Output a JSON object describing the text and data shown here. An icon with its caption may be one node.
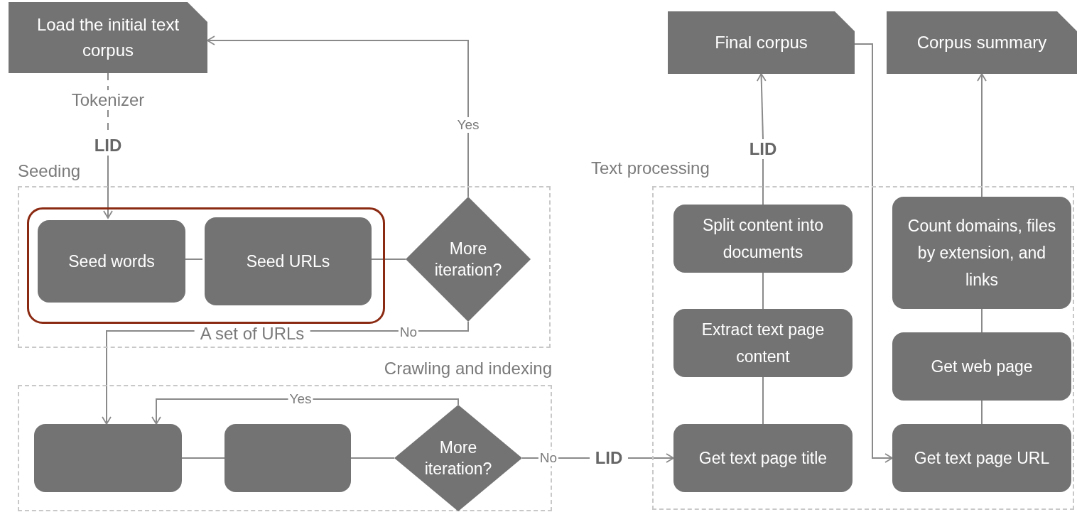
{
  "diagram": {
    "nodes": [
      {
        "text": [
          "Seeding"
        ]
      },
      {
        "text": [],
        "shape": "box",
        "in": 0
      },
      {
        "text": [
          "Seed words"
        ],
        "in": 1
      },
      {
        "text": [
          "Seed URLs"
        ],
        "in": 1
      },
      {
        "text": [
          "More iteration?"
        ],
        "in": 0
      },
      {
        "text": [
          "Load the initial text corpus"
        ]
      },
      {
        "text": [
          "Tokenizer"
        ]
      },
      {
        "text": [
          "LID"
        ]
      },
      {
        "text": [
          "Crawling and indexing"
        ]
      },
      {
        "text": [],
        "shape": "box",
        "in": 8
      },
      {
        "text": [],
        "shape": "box",
        "in": 8
      },
      {
        "text": [
          "More iteration?"
        ],
        "in": 8
      },
      {
        "text": [
          "LID"
        ]
      },
      {
        "text": [
          "Text processing"
        ]
      },
      {
        "text": [
          "Split content into documents"
        ],
        "in": 13
      },
      {
        "text": [
          "Extract text page content"
        ],
        "in": 13
      },
      {
        "text": [
          "Get text page title"
        ],
        "in": 13
      },
      {
        "text": [
          "Count domains, files by extension, and links"
        ],
        "in": 13
      },
      {
        "text": [
          "Get web page"
        ],
        "in": 13
      },
      {
        "text": [
          "Get text page URL"
        ],
        "in": 13
      },
      {
        "text": [
          "LID"
        ]
      },
      {
        "text": [
          "Final corpus"
        ]
      },
      {
        "text": [
          "Corpus summary"
        ]
      }
    ],
    "edges": [
      {
        "from": 5,
        "to": 6,
        "arrow": "none",
        "style": "dashed"
      },
      {
        "from": 6,
        "to": 7,
        "arrow": "none",
        "style": "dashed"
      },
      {
        "from": 7,
        "to": 2,
        "arrow": "to"
      },
      {
        "from": 2,
        "to": 3,
        "arrow": "none"
      },
      {
        "from": 3,
        "to": 4,
        "arrow": "none"
      },
      {
        "from": 4,
        "to": 5,
        "arrow": "to",
        "label": "Yes"
      },
      {
        "from": 4,
        "to": 9,
        "arrow": "to",
        "label": "No"
      },
      {
        "from": 9,
        "to": 10,
        "arrow": "none"
      },
      {
        "from": 10,
        "to": 11,
        "arrow": "none"
      },
      {
        "from": 11,
        "to": 9,
        "arrow": "to",
        "label": "Yes"
      },
      {
        "from": 11,
        "to": 12,
        "arrow": "none",
        "label": "No"
      },
      {
        "from": 12,
        "to": 16,
        "arrow": "to"
      },
      {
        "from": 16,
        "to": 15,
        "arrow": "none"
      },
      {
        "from": 15,
        "to": 14,
        "arrow": "none"
      },
      {
        "from": 14,
        "to": 20,
        "arrow": "none"
      },
      {
        "from": 20,
        "to": 21,
        "arrow": "to"
      },
      {
        "from": 21,
        "to": 19,
        "arrow": "to"
      },
      {
        "from": 19,
        "to": 18,
        "arrow": "none"
      },
      {
        "from": 18,
        "to": 17,
        "arrow": "none"
      },
      {
        "from": 17,
        "to": 22,
        "arrow": "to"
      }
    ],
    "labels": [
      "A set of URLs"
    ]
  }
}
